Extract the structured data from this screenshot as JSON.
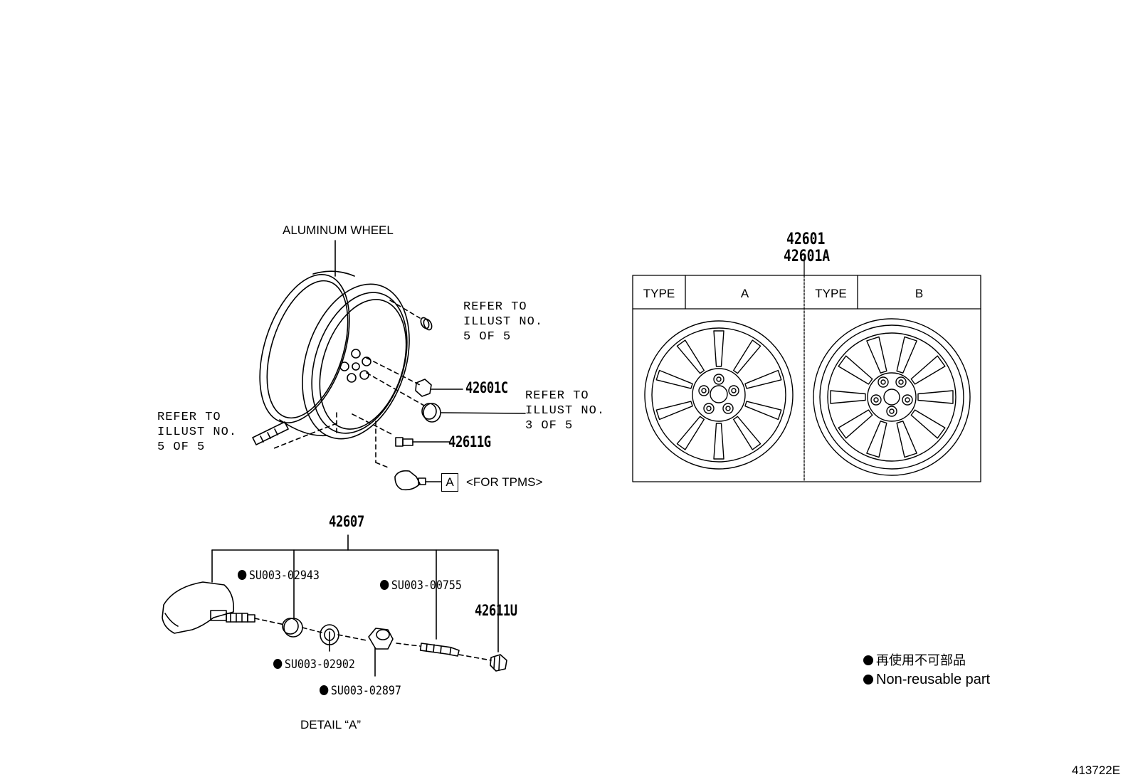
{
  "diagram_id": "413722E",
  "wheel": {
    "title": "ALUMINUM WHEEL",
    "refer_right": "REFER TO\nILLUST NO.\n5 OF 5",
    "refer_left": "REFER TO\nILLUST NO.\n5 OF 5",
    "refer_cap": "REFER TO\nILLUST NO.\n3 OF 5",
    "nut_part": "42601C",
    "valve_part": "42611G",
    "tpms_box": "A",
    "tpms_label": "<FOR TPMS>"
  },
  "detail": {
    "assembly_part": "42607",
    "parts": [
      {
        "code": "SU003-02943",
        "non_reusable": true
      },
      {
        "code": "SU003-00755",
        "non_reusable": true
      },
      {
        "code": "SU003-02902",
        "non_reusable": true
      },
      {
        "code": "SU003-02897",
        "non_reusable": true
      }
    ],
    "cap_part": "42611U",
    "caption": "DETAIL “A”"
  },
  "types": {
    "part_numbers": [
      "42601",
      "42601A"
    ],
    "header_label": "TYPE",
    "type_a": "A",
    "type_b": "B"
  },
  "legend": {
    "japanese": "再使用不可部品",
    "english": "Non-reusable part"
  }
}
